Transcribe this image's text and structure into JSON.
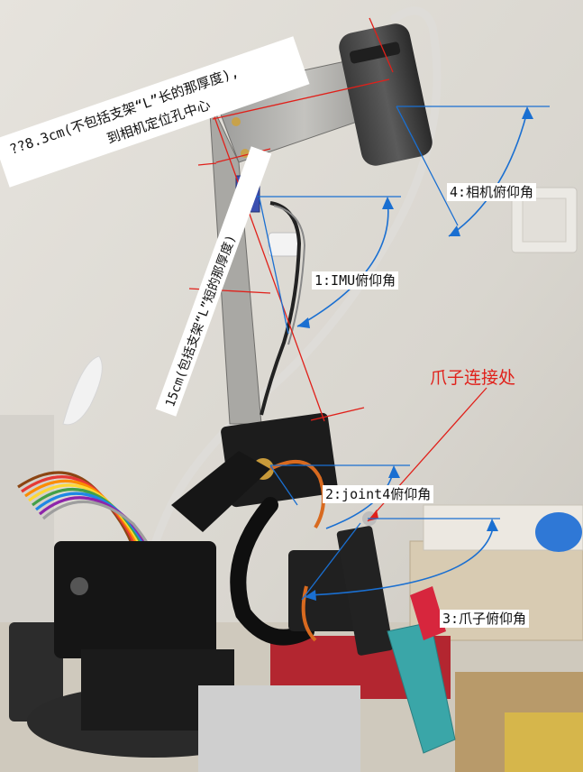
{
  "annotations": {
    "camera_offset_line1": "??8.3cm(不包括支架“L”长的那厚度),",
    "camera_offset_line2": "到相机定位孔中心",
    "bracket_length": "15cm(包括支架“L”短的那厚度)",
    "imu_pitch": "1:IMU俯仰角",
    "camera_pitch": "4:相机俯仰角",
    "gripper_joint": "爪子连接处",
    "joint4_pitch": "2:joint4俯仰角",
    "gripper_pitch": "3:爪子俯仰角"
  },
  "colors": {
    "annotation_red": "#e0201a",
    "arrow_blue": "#1a6fd1",
    "ribbon_cable": [
      "#8b4513",
      "#e53935",
      "#fb8c00",
      "#fdd835",
      "#43a047",
      "#1e88e5",
      "#8e24aa",
      "#9e9e9e"
    ]
  }
}
